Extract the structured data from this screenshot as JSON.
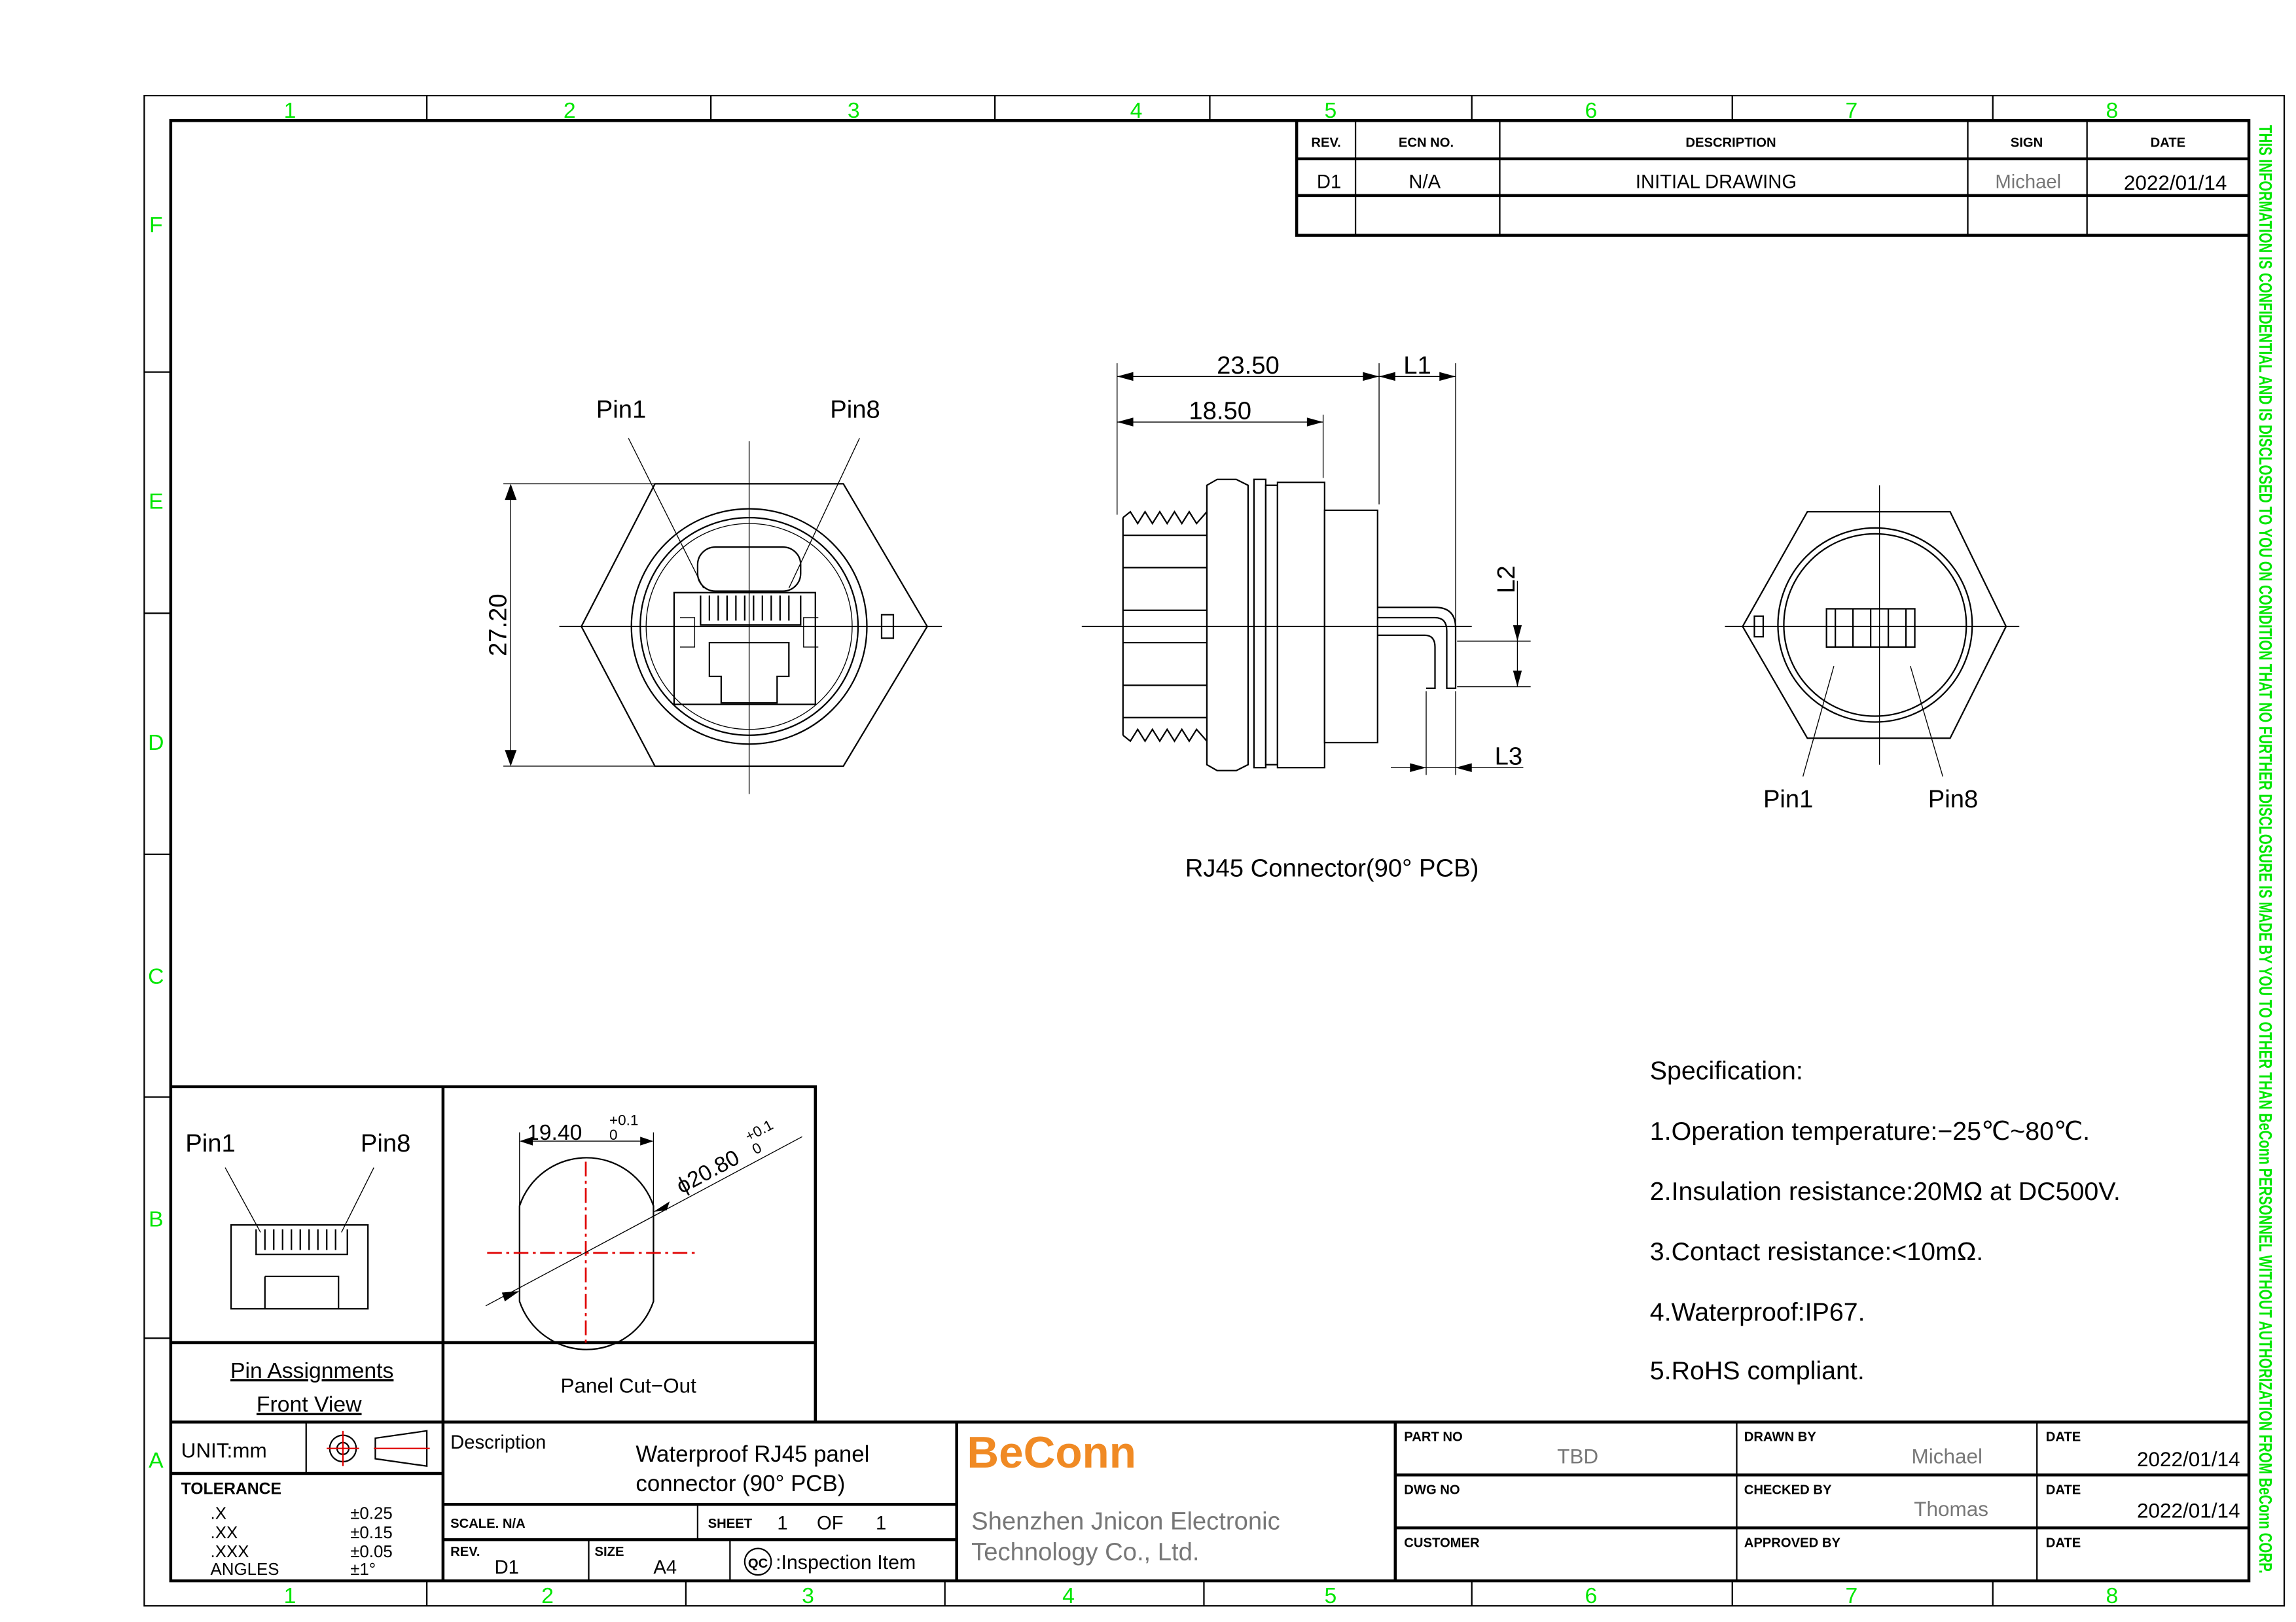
{
  "zone_columns": [
    "1",
    "2",
    "3",
    "4",
    "5",
    "6",
    "7",
    "8"
  ],
  "zone_rows": [
    "F",
    "E",
    "D",
    "C",
    "B",
    "A"
  ],
  "confidential_notice": "THIS INFORMATION IS CONFIDENTIAL AND IS DISCLOSED TO YOU ON CONDITION THAT NO FURTHER DISCLOSURE IS MADE BY YOU TO OTHER THAN BeConn PERSONNEL WITHOUT AUTHORIZATION FROM BeConn CORP.",
  "revision_table": {
    "headers": [
      "REV.",
      "ECN NO.",
      "DESCRIPTION",
      "SIGN",
      "DATE"
    ],
    "rows": [
      [
        "D1",
        "N/A",
        "INITIAL DRAWING",
        "Michael",
        "2022/01/14"
      ]
    ]
  },
  "front_view": {
    "pin1": "Pin1",
    "pin8": "Pin8",
    "dim_height": "27.20"
  },
  "side_view": {
    "dim_a": "23.50",
    "dim_b": "18.50",
    "l1": "L1",
    "l2": "L2",
    "l3": "L3",
    "caption": "RJ45 Connector(90° PCB)"
  },
  "rear_view": {
    "pin1": "Pin1",
    "pin8": "Pin8"
  },
  "specification": {
    "title": "Specification:",
    "items": [
      "1.Operation temperature:−25℃~80℃.",
      "2.Insulation resistance:20MΩ at DC500V.",
      "3.Contact resistance:<10mΩ.",
      "4.Waterproof:IP67.",
      "5.RoHS compliant."
    ]
  },
  "pin_assignments": {
    "pin1": "Pin1",
    "pin8": "Pin8",
    "title": "Pin Assignments",
    "subtitle": "Front View"
  },
  "panel_cutout": {
    "dim_width": "19.40",
    "dim_dia": "ϕ20.80",
    "tol_plus": "+0.1",
    "tol_zero": "0",
    "title": "Panel Cut−Out"
  },
  "title_block": {
    "unit": "UNIT:mm",
    "tolerance_label": "TOLERANCE",
    "tolerances": [
      [
        ".X",
        "±0.25"
      ],
      [
        ".XX",
        "±0.15"
      ],
      [
        ".XXX",
        "±0.05"
      ],
      [
        "ANGLES",
        "±1°"
      ]
    ],
    "description_label": "Description",
    "description_line1": "Waterproof RJ45 panel",
    "description_line2": "connector (90° PCB)",
    "scale": "SCALE. N/A",
    "sheet_label": "SHEET",
    "sheet": "1",
    "of_label": "OF",
    "sheet_total": "1",
    "rev_label": "REV.",
    "rev": "D1",
    "size_label": "SIZE",
    "size": "A4",
    "qc_symbol": "QC",
    "qc_label": ":Inspection Item",
    "brand": "BeConn",
    "brand_color": "#f08a24",
    "company_line1": "Shenzhen Jnicon Electronic",
    "company_line2": "Technology Co., Ltd.",
    "part_no_label": "PART NO",
    "part_no": "TBD",
    "dwg_no_label": "DWG NO",
    "customer_label": "CUSTOMER",
    "drawn_by_label": "DRAWN BY",
    "drawn_by": "Michael",
    "checked_by_label": "CHECKED BY",
    "checked_by": "Thomas",
    "approved_by_label": "APPROVED BY",
    "date_label": "DATE",
    "drawn_date": "2022/01/14",
    "checked_date": "2022/01/14"
  }
}
